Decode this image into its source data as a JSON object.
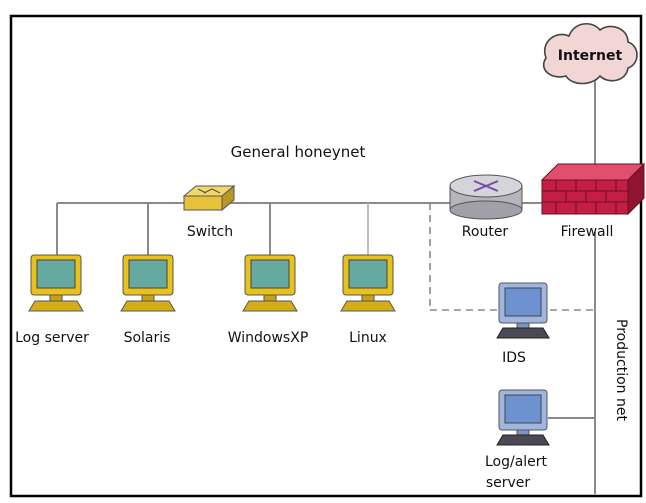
{
  "diagram": {
    "title": "General honeynet",
    "side_label": "Production net",
    "nodes": {
      "internet": "Internet",
      "switch": "Switch",
      "router": "Router",
      "firewall": "Firewall",
      "log_server": "Log server",
      "solaris": "Solaris",
      "windowsxp": "WindowsXP",
      "linux": "Linux",
      "ids": "IDS",
      "log_alert_line1": "Log/alert",
      "log_alert_line2": "server"
    },
    "colors": {
      "monitor_yellow": "#E8C21A",
      "monitor_blue": "#9FB7DF",
      "screen_teal": "#66A9A0",
      "screen_blue": "#6E92CF",
      "firewall_red": "#C51E45",
      "cloud_pink": "#F2D6D6",
      "router_gray": "#C9C9CF",
      "switch_yellow": "#E6C23A",
      "line_gray": "#8A8A8A"
    }
  }
}
